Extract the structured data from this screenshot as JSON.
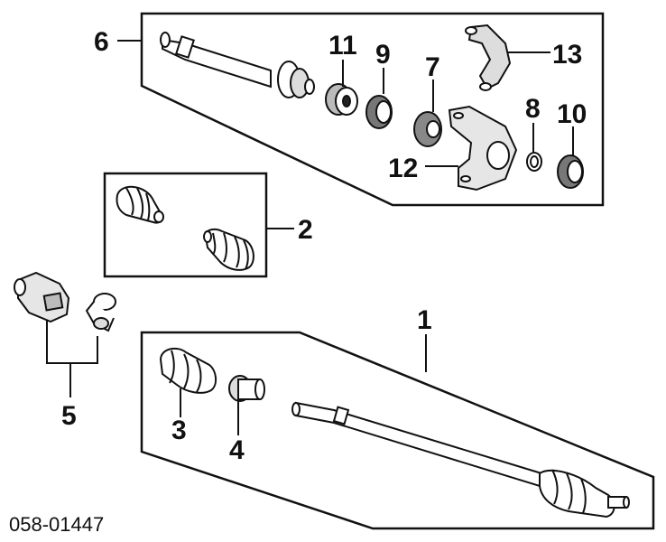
{
  "diagram_id": "058-01447",
  "callouts": {
    "c1": "1",
    "c2": "2",
    "c3": "3",
    "c4": "4",
    "c5": "5",
    "c6": "6",
    "c7": "7",
    "c8": "8",
    "c9": "9",
    "c10": "10",
    "c11": "11",
    "c12": "12",
    "c13": "13"
  }
}
